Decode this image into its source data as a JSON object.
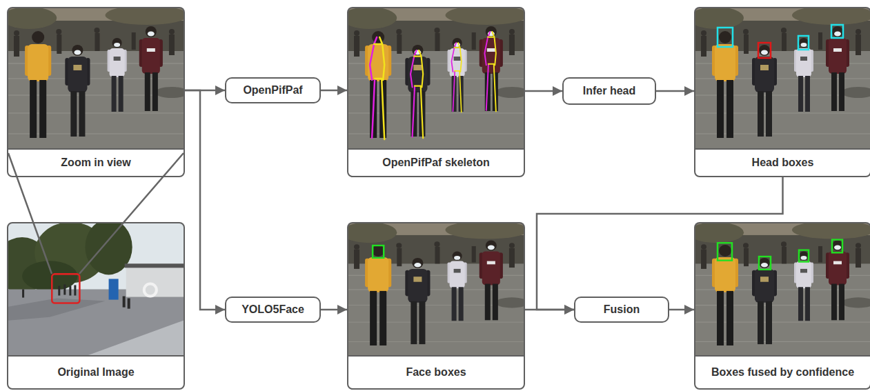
{
  "diagram": {
    "nodes": [
      {
        "text": [
          "Zoom in view"
        ]
      },
      {
        "text": [
          "OpenPifPaf"
        ]
      },
      {
        "text": [
          "OpenPifPaf skeleton"
        ]
      },
      {
        "text": [
          "Infer head"
        ]
      },
      {
        "text": [
          "Head boxes"
        ]
      },
      {
        "text": [
          "Original Image"
        ]
      },
      {
        "text": [
          "YOLO5Face"
        ]
      },
      {
        "text": [
          "Face boxes"
        ]
      },
      {
        "text": [
          "Fusion"
        ]
      },
      {
        "text": [
          "Boxes fused by confidence"
        ]
      }
    ],
    "edges": [
      {
        "from": 5,
        "to": 0,
        "arrow": "none"
      },
      {
        "from": 0,
        "to": 1,
        "arrow": "to"
      },
      {
        "from": 0,
        "to": 6,
        "arrow": "to"
      },
      {
        "from": 1,
        "to": 2,
        "arrow": "to"
      },
      {
        "from": 2,
        "to": 3,
        "arrow": "to"
      },
      {
        "from": 3,
        "to": 4,
        "arrow": "to"
      },
      {
        "from": 4,
        "to": 8,
        "arrow": "to"
      },
      {
        "from": 6,
        "to": 7,
        "arrow": "to"
      },
      {
        "from": 7,
        "to": 8,
        "arrow": "to"
      },
      {
        "from": 8,
        "to": 9,
        "arrow": "to"
      }
    ]
  }
}
